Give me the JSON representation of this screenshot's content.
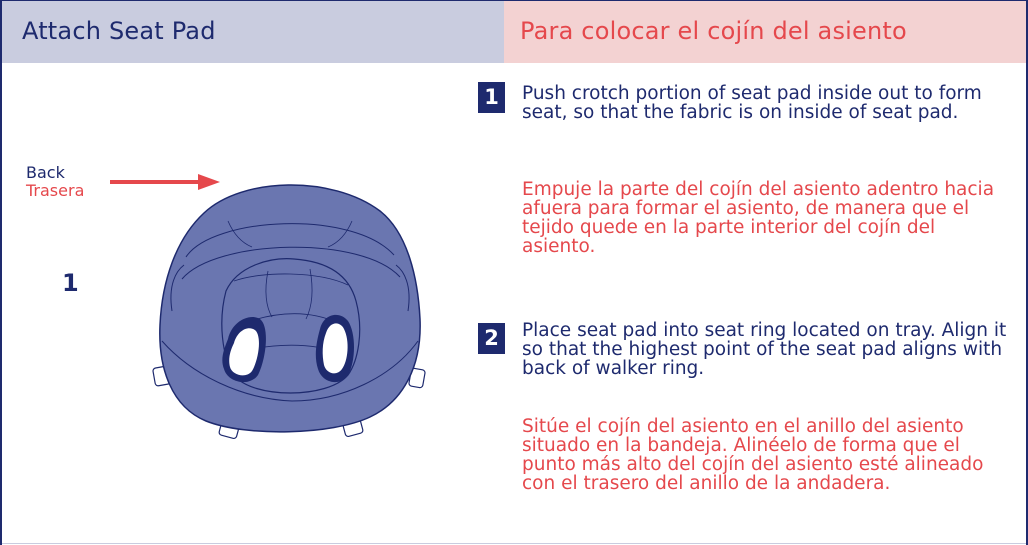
{
  "header": {
    "title_en": "Attach Seat Pad",
    "title_es": "Para colocar el cojín del asiento"
  },
  "figure": {
    "back_label": "Back",
    "back_label_es": "Trasera",
    "step_number": "1"
  },
  "steps": [
    {
      "number": "1",
      "text_en": "Push crotch portion of seat pad inside out to form seat, so that the fabric is on inside of seat pad.",
      "text_es": "Empuje la parte del cojín del asiento adentro hacia afuera para formar el asiento, de manera que el tejido quede en la parte interior del cojín del asiento."
    },
    {
      "number": "2",
      "text_en": "Place seat pad into seat ring located on tray. Align it so that the highest point of the seat pad aligns with back of walker ring.",
      "text_es": "Sitúe el cojín del asiento en el anillo del asiento situado en la bandeja. Alinéelo de forma que el punto más alto del cojín del asiento esté alineado con el trasero del anillo de la andadera."
    }
  ],
  "colors": {
    "navy": "#1e2a6e",
    "red": "#e5484c",
    "header_en_bg": "#c9ccdf",
    "header_es_bg": "#f3d2d2",
    "pad_fill": "#6a76b0"
  }
}
